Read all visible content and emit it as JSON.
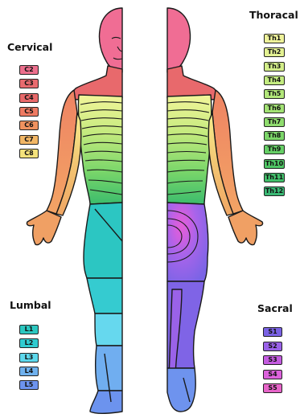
{
  "groups": {
    "cervical": {
      "title": "Cervical",
      "segments": [
        {
          "label": "C2",
          "color": "#ec6f8d"
        },
        {
          "label": "C3",
          "color": "#e86b6f"
        },
        {
          "label": "C4",
          "color": "#e8696a"
        },
        {
          "label": "C5",
          "color": "#ee7a62"
        },
        {
          "label": "C6",
          "color": "#f0925f"
        },
        {
          "label": "C7",
          "color": "#f2b766"
        },
        {
          "label": "C8",
          "color": "#f4e27c"
        }
      ]
    },
    "thoracal": {
      "title": "Thoracal",
      "segments": [
        {
          "label": "Th1",
          "color": "#eef29a"
        },
        {
          "label": "Th2",
          "color": "#e3f192"
        },
        {
          "label": "Th3",
          "color": "#d3ee89"
        },
        {
          "label": "Th4",
          "color": "#c3eb80"
        },
        {
          "label": "Th5",
          "color": "#b2e77a"
        },
        {
          "label": "Th6",
          "color": "#a2e274"
        },
        {
          "label": "Th7",
          "color": "#8fdc6e"
        },
        {
          "label": "Th8",
          "color": "#7cd669"
        },
        {
          "label": "Th9",
          "color": "#66cf66"
        },
        {
          "label": "Th10",
          "color": "#4fc765"
        },
        {
          "label": "Th11",
          "color": "#41bf6a"
        },
        {
          "label": "Th12",
          "color": "#3ab874"
        }
      ]
    },
    "lumbal": {
      "title": "Lumbal",
      "segments": [
        {
          "label": "L1",
          "color": "#2cc7c0"
        },
        {
          "label": "L2",
          "color": "#30cbd0"
        },
        {
          "label": "L3",
          "color": "#5dd8ec"
        },
        {
          "label": "L4",
          "color": "#6fb1ee"
        },
        {
          "label": "L5",
          "color": "#6d93ee"
        }
      ]
    },
    "sacral": {
      "title": "Sacral",
      "segments": [
        {
          "label": "S1",
          "color": "#7a62e4"
        },
        {
          "label": "S2",
          "color": "#9a62e8"
        },
        {
          "label": "S3",
          "color": "#c45ce0"
        },
        {
          "label": "S4",
          "color": "#dc62dc"
        },
        {
          "label": "S5",
          "color": "#e664c8"
        }
      ]
    }
  }
}
